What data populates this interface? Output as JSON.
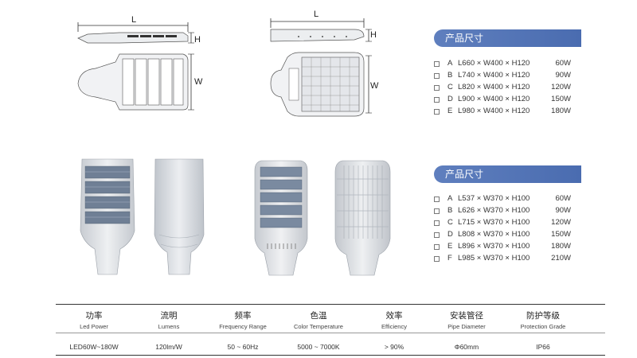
{
  "dims": {
    "L": "L",
    "H": "H",
    "W": "W"
  },
  "section1": {
    "title": "产品尺寸",
    "rows": [
      {
        "letter": "A",
        "size": "L660 × W400 × H120",
        "power": "60W"
      },
      {
        "letter": "B",
        "size": "L740 × W400 × H120",
        "power": "90W"
      },
      {
        "letter": "C",
        "size": "L820 × W400 × H120",
        "power": "120W"
      },
      {
        "letter": "D",
        "size": "L900 × W400 × H120",
        "power": "150W"
      },
      {
        "letter": "E",
        "size": "L980 × W400 × H120",
        "power": "180W"
      }
    ]
  },
  "section2": {
    "title": "产品尺寸",
    "rows": [
      {
        "letter": "A",
        "size": "L537 × W370 × H100",
        "power": "60W"
      },
      {
        "letter": "B",
        "size": "L626 × W370 × H100",
        "power": "90W"
      },
      {
        "letter": "C",
        "size": "L715 × W370 × H100",
        "power": "120W"
      },
      {
        "letter": "D",
        "size": "L808 × W370 × H100",
        "power": "150W"
      },
      {
        "letter": "E",
        "size": "L896 × W370 × H100",
        "power": "180W"
      },
      {
        "letter": "F",
        "size": "L985 × W370 × H100",
        "power": "210W"
      }
    ]
  },
  "table": {
    "columns": [
      {
        "cn": "功率",
        "en": "Led Power",
        "value": "LED60W~180W"
      },
      {
        "cn": "流明",
        "en": "Lumens",
        "value": "120lm/W"
      },
      {
        "cn": "频率",
        "en": "Frequency Range",
        "value": "50 ~ 60Hz"
      },
      {
        "cn": "色温",
        "en": "Color Temperature",
        "value": "5000 ~ 7000K"
      },
      {
        "cn": "效率",
        "en": "Efficiency",
        "value": "> 90%"
      },
      {
        "cn": "安装管径",
        "en": "Pipe Diameter",
        "value": "Φ60mm"
      },
      {
        "cn": "防护等级",
        "en": "Protection Grade",
        "value": "IP66"
      }
    ]
  },
  "colors": {
    "header": "#5f7fbe",
    "body": "#dcdfe3",
    "module": "#8a9bb0"
  }
}
